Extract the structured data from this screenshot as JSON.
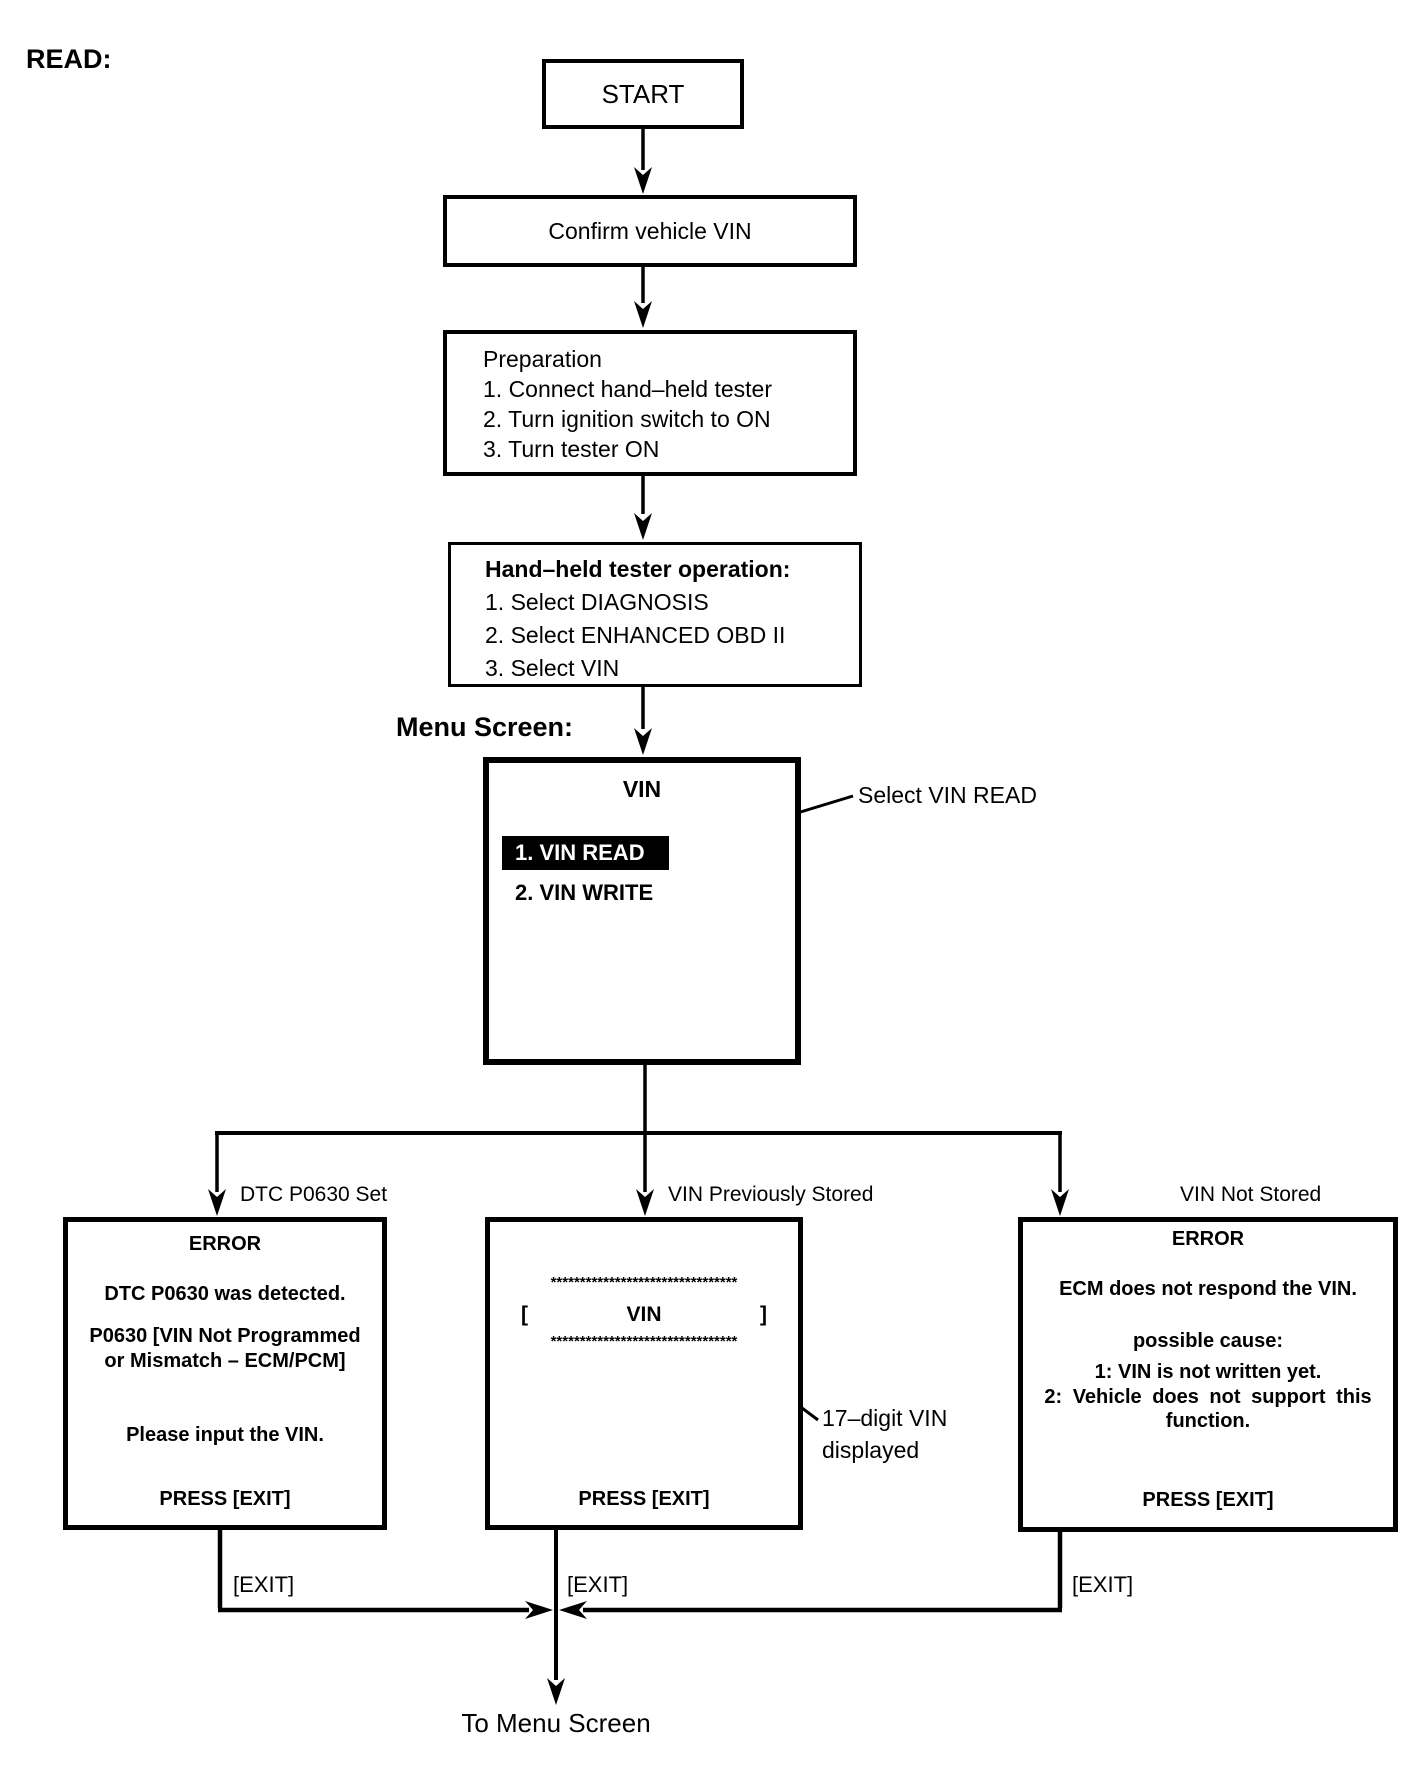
{
  "page": {
    "read_label": "READ:"
  },
  "flow": {
    "start": "START",
    "confirm": "Confirm vehicle VIN",
    "preparation": {
      "title": "Preparation",
      "items": [
        "1. Connect hand–held tester",
        "2. Turn ignition switch to ON",
        "3. Turn tester ON"
      ]
    },
    "tester_op": {
      "title": "Hand–held tester operation:",
      "items": [
        "1. Select DIAGNOSIS",
        "2. Select ENHANCED OBD II",
        "3. Select VIN"
      ]
    },
    "menu_screen_label": "Menu Screen:",
    "menu": {
      "title": "VIN",
      "item_read": "1. VIN READ",
      "item_write": "2. VIN WRITE"
    },
    "select_annotation": "Select VIN READ",
    "branches": {
      "left_label": "DTC P0630 Set",
      "middle_label": "VIN Previously Stored",
      "right_label": "VIN Not Stored"
    },
    "left_box": {
      "title": "ERROR",
      "line1": "DTC P0630 was detected.",
      "line2a": "P0630  [VIN Not Programmed",
      "line2b": "or Mismatch – ECM/PCM]",
      "line3": "Please input the VIN.",
      "press": "PRESS [EXIT]"
    },
    "middle_box": {
      "stars_top": "********************************",
      "bracket_open": "[",
      "vin": "VIN",
      "bracket_close": "]",
      "stars_bottom": "********************************",
      "press": "PRESS [EXIT]"
    },
    "right_box": {
      "title": "ERROR",
      "line1": "ECM does not respond the VIN.",
      "line2": "possible cause:",
      "line3": "1: VIN is not written yet.",
      "line4a": "2: Vehicle does not support this",
      "line4b": "function.",
      "press": "PRESS [EXIT]"
    },
    "vin_annotation": {
      "line1": "17–digit VIN",
      "line2": "displayed"
    },
    "exit_labels": {
      "left": "[EXIT]",
      "middle": "[EXIT]",
      "right": "[EXIT]"
    },
    "to_menu": "To Menu Screen"
  },
  "colors": {
    "ink": "#000000",
    "paper": "#ffffff"
  }
}
